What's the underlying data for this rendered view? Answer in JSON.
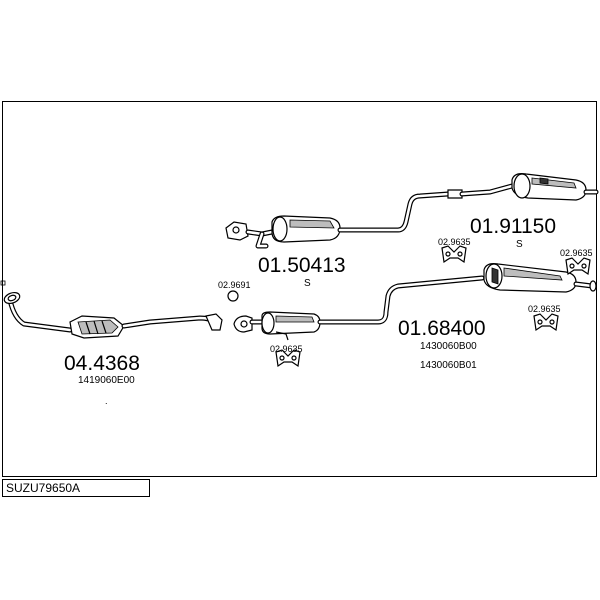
{
  "diagram": {
    "reference": "SUZU79650A",
    "parts": [
      {
        "number": "04.4368",
        "oem": [
          "1419060E00"
        ]
      },
      {
        "number": "01.50413",
        "oem": [
          "S"
        ]
      },
      {
        "number": "01.91150",
        "oem": [
          "S"
        ]
      },
      {
        "number": "01.68400",
        "oem": [
          "1430060B00",
          "1430060B01"
        ]
      }
    ],
    "fittings": {
      "f1": "02.9691",
      "f2": "02.9635",
      "f3": "02.9635",
      "f4": "02.9635",
      "f5": "02.9635"
    }
  }
}
